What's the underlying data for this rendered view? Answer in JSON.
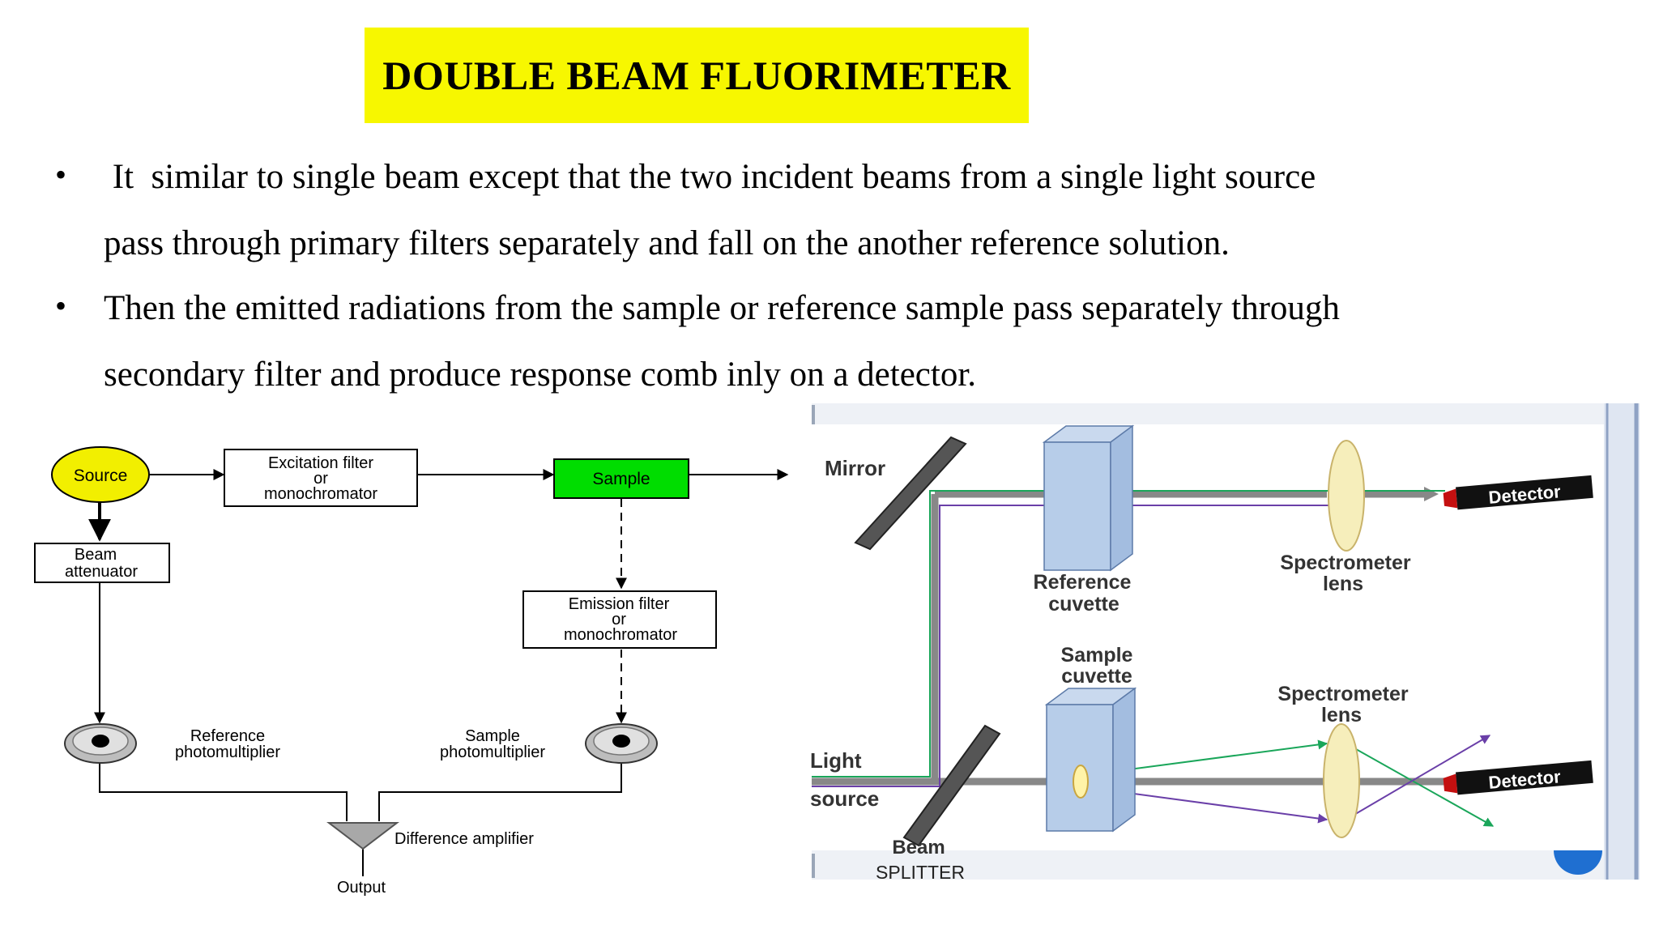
{
  "title": "DOUBLE BEAM FLUORIMETER",
  "bullets": [
    {
      "line1": " It  similar to single beam except that the two incident beams from a single light source",
      "line2": "pass through primary filters separately and fall on the another reference solution."
    },
    {
      "line1": "Then the emitted radiations from the sample or reference sample pass separately through",
      "line2": "secondary filter and produce response comb inly on a detector."
    }
  ],
  "block_diagram": {
    "source": "Source",
    "excitation": [
      "Excitation filter",
      "or",
      "monochromator"
    ],
    "sample": "Sample",
    "beam_attenuator": [
      "Beam",
      "attenuator"
    ],
    "emission": [
      "Emission filter",
      "or",
      "monochromator"
    ],
    "reference_pm": [
      "Reference",
      "photomultiplier"
    ],
    "sample_pm": [
      "Sample",
      "photomultiplier"
    ],
    "difference_amplifier": "Difference amplifier",
    "output": "Output",
    "colors": {
      "source": "#f2ef00",
      "sample": "#00dd00"
    }
  },
  "optical_diagram": {
    "mirror": "Mirror",
    "reference_cuvette": [
      "Reference",
      "cuvette"
    ],
    "spectrometer_lens_top": [
      "Spectrometer",
      "lens"
    ],
    "detector_top": "Detector",
    "sample_cuvette": [
      "Sample",
      "cuvette"
    ],
    "spectrometer_lens_bottom": [
      "Spectrometer",
      "lens"
    ],
    "light_source": [
      "Light",
      "source"
    ],
    "beam_splitter": [
      "Beam",
      "SPLITTER"
    ],
    "detector_bottom": "Detector"
  }
}
